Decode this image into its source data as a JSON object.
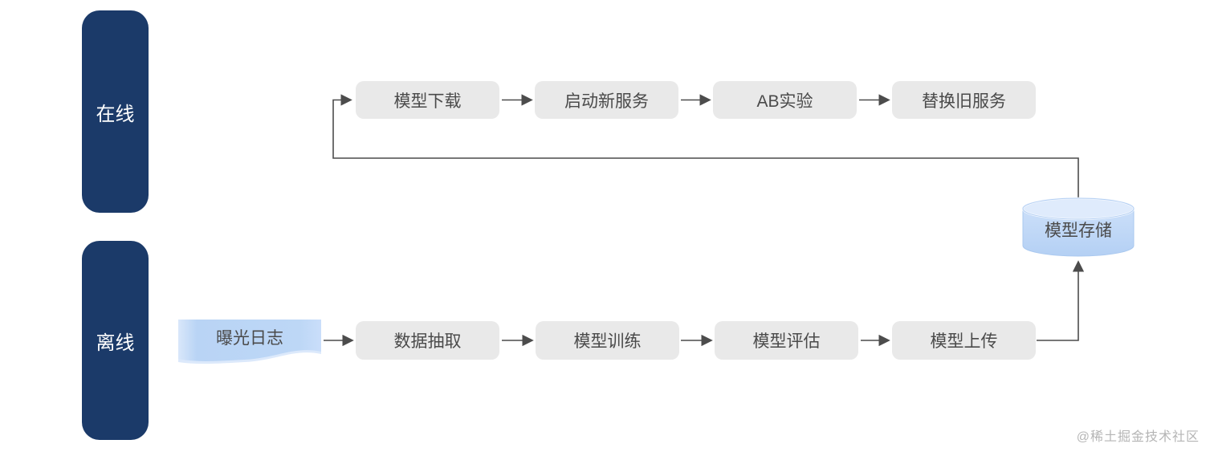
{
  "diagram": {
    "lanes": {
      "online": {
        "label": "在线"
      },
      "offline": {
        "label": "离线"
      }
    },
    "online_flow": {
      "steps": [
        {
          "label": "模型下载"
        },
        {
          "label": "启动新服务"
        },
        {
          "label": "AB实验"
        },
        {
          "label": "替换旧服务"
        }
      ]
    },
    "offline_flow": {
      "source": {
        "label": "曝光日志",
        "shape": "document"
      },
      "steps": [
        {
          "label": "数据抽取"
        },
        {
          "label": "模型训练"
        },
        {
          "label": "模型评估"
        },
        {
          "label": "模型上传"
        }
      ]
    },
    "storage": {
      "label": "模型存储",
      "shape": "cylinder"
    },
    "edges": [
      "曝光日志 → 数据抽取",
      "数据抽取 → 模型训练",
      "模型训练 → 模型评估",
      "模型评估 → 模型上传",
      "模型上传 → 模型存储",
      "模型存储 → 模型下载",
      "模型下载 → 启动新服务",
      "启动新服务 → AB实验",
      "AB实验 → 替换旧服务"
    ]
  },
  "watermark": {
    "label": "@稀土掘金技术社区"
  },
  "colors": {
    "background": "#ffffff",
    "lane_bg": "#1b3a69",
    "lane_text": "#ffffff",
    "node_bg": "#e9e9e9",
    "node_text": "#4a4a4a",
    "storage_fill": "#c0d8f7",
    "storage_top_fill": "#dfebfc",
    "doc_fill": "#b9d4f5",
    "connector": "#555555",
    "watermark_text": "#b5b5b5"
  }
}
